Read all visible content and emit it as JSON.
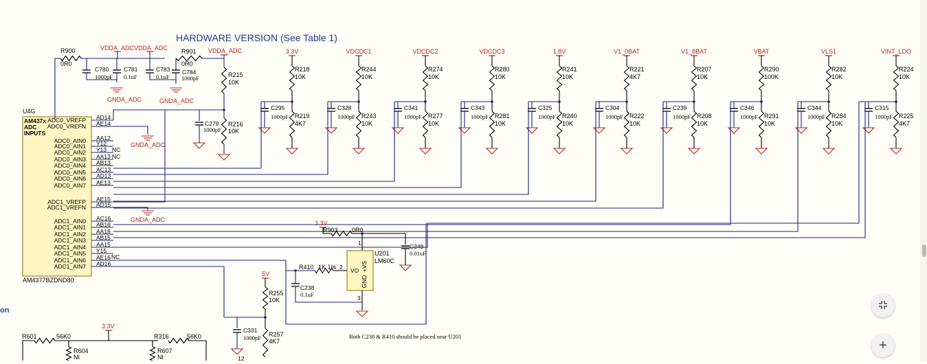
{
  "schematic": {
    "title": "HARDWARE VERSION (See Table 1)",
    "component": {
      "ref": "U4G",
      "part": "AM4377BZDND80",
      "header": [
        "AM437x",
        "ADC",
        "INPUTS"
      ]
    },
    "pins": [
      {
        "name": "ADC0_VREFP",
        "ball": "AD14"
      },
      {
        "name": "ADC0_VREFN",
        "ball": "AE14"
      },
      {
        "name": "ADC0_AIN0",
        "ball": "AA12"
      },
      {
        "name": "ADC0_AIN1",
        "ball": "Y12"
      },
      {
        "name": "ADC0_AIN2",
        "ball": "Y13"
      },
      {
        "name": "ADC0_AIN3",
        "ball": "AA13"
      },
      {
        "name": "ADC0_AIN4",
        "ball": "AB13"
      },
      {
        "name": "ADC0_AIN5",
        "ball": "AC13"
      },
      {
        "name": "ADC0_AIN6",
        "ball": "AD13"
      },
      {
        "name": "ADC0_AIN7",
        "ball": "AE13"
      },
      {
        "name": "ADC1_VREFP",
        "ball": "AE15"
      },
      {
        "name": "ADC1_VREFN",
        "ball": "AD15"
      },
      {
        "name": "ADC1_AIN0",
        "ball": "AC16"
      },
      {
        "name": "ADC1_AIN1",
        "ball": "AB16"
      },
      {
        "name": "ADC1_AIN2",
        "ball": "AA16"
      },
      {
        "name": "ADC1_AIN3",
        "ball": "AB15"
      },
      {
        "name": "ADC1_AIN4",
        "ball": "AA15"
      },
      {
        "name": "ADC1_AIN5",
        "ball": "Y15"
      },
      {
        "name": "ADC1_AIN6",
        "ball": "AE16"
      },
      {
        "name": "ADC1_AIN7",
        "ball": "AD16"
      }
    ],
    "nc": "NC",
    "gnda": "GNDA_ADC",
    "vdda": "VDDA_ADC",
    "vrefp_net": {
      "r900": {
        "ref": "R900",
        "val": "0R0"
      },
      "c780": {
        "ref": "C780",
        "val": "1000pF"
      },
      "c781": {
        "ref": "C781",
        "val": "0.1uF"
      },
      "c783": {
        "ref": "C783",
        "val": "0.1uF"
      },
      "c784": {
        "ref": "C784",
        "val": "1000pF"
      },
      "r901": {
        "ref": "R901",
        "val": "0R0"
      },
      "r215": {
        "ref": "R215",
        "val": "10K"
      },
      "r216": {
        "ref": "R216",
        "val": "10K"
      },
      "c279": {
        "ref": "C279",
        "val": "1000pF"
      }
    },
    "dividers": [
      {
        "rail": "3.3V",
        "rt": "R218",
        "rtv": "10K",
        "rb": "R219",
        "rbv": "4K7",
        "c": "C295",
        "cv": "1000pF"
      },
      {
        "rail": "VDCDC1",
        "rt": "R244",
        "rtv": "10K",
        "rb": "R243",
        "rbv": "10K",
        "c": "C328",
        "cv": "1000pF"
      },
      {
        "rail": "VDCDC2",
        "rt": "R274",
        "rtv": "10K",
        "rb": "R277",
        "rbv": "10K",
        "c": "C341",
        "cv": "1000pF"
      },
      {
        "rail": "VDCDC3",
        "rt": "R280",
        "rtv": "10K",
        "rb": "R281",
        "rbv": "10K",
        "c": "C343",
        "cv": "1000pF"
      },
      {
        "rail": "1.8V",
        "rt": "R241",
        "rtv": "10K",
        "rb": "R240",
        "rbv": "10K",
        "c": "C325",
        "cv": "1000pF"
      },
      {
        "rail": "V1_0BAT",
        "rt": "R221",
        "rtv": "4K7",
        "rb": "R222",
        "rbv": "10K",
        "c": "C304",
        "cv": "1000pF"
      },
      {
        "rail": "V1_8BAT",
        "rt": "R207",
        "rtv": "10K",
        "rb": "R208",
        "rbv": "10K",
        "c": "C239",
        "cv": "1000pF"
      },
      {
        "rail": "VBAT",
        "rt": "R290",
        "rtv": "100K",
        "rb": "R291",
        "rbv": "10K",
        "c": "C346",
        "cv": "1000pF"
      },
      {
        "rail": "VLS1",
        "rt": "R282",
        "rtv": "10K",
        "rb": "R284",
        "rbv": "10K",
        "c": "C344",
        "cv": "1000pF"
      },
      {
        "rail": "VINT_LDO",
        "rt": "R224",
        "rtv": "10K",
        "rb": "R225",
        "rbv": "4K7",
        "c": "C315",
        "cv": "1000pF"
      }
    ],
    "temp_sensor": {
      "rail": "3.3V",
      "r903": "R903",
      "r903v": "0R0",
      "c249": "C249",
      "c249v": "0.01uF",
      "u201": "U201",
      "u201p": "LM60C",
      "pin_vs": "+VS",
      "pin_vo": "VO",
      "pin_gnd": "GND",
      "pin1": "1",
      "pin2": "2",
      "pin3": "3",
      "r410": "R410",
      "r410v": "1K 1%",
      "c238": "C238",
      "c238v": "0.1uF",
      "note": "Both C238 & R410 should be placed near U201"
    },
    "bottom_div": {
      "rail": "5V",
      "rt": "R255",
      "rtv": "10K",
      "rb": "R257",
      "rbv": "4K7",
      "c": "C331",
      "cv": "1000pF",
      "frag": "12"
    },
    "bottom_left": {
      "rail": "3.3V",
      "r601": "R601",
      "r601v": "56K0",
      "r604": "R604",
      "r604v": "NI",
      "r316": "R316",
      "r316v": "56K0",
      "r607": "R607",
      "r607v": "NI"
    },
    "left_fragment": "on"
  },
  "viewer": {
    "zoom_fit_icon": "fit-to-screen-icon",
    "zoom_in_icon": "plus-icon",
    "zoom_in_label": "+"
  }
}
